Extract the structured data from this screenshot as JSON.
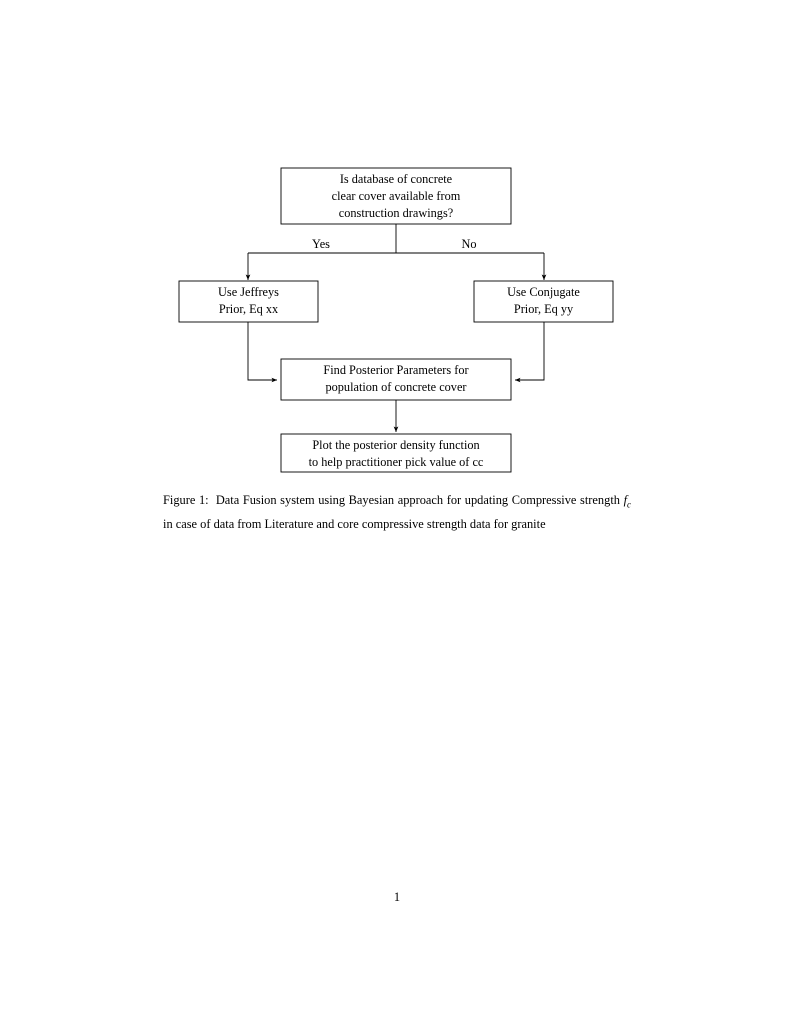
{
  "document": {
    "page_number": "1"
  },
  "figure": {
    "nodes": {
      "question": {
        "lines": [
          "Is database of concrete",
          "clear cover available from",
          "construction drawings?"
        ]
      },
      "jeffreys": {
        "lines": [
          "Use Jeffreys",
          "Prior, Eq xx"
        ]
      },
      "conjugate": {
        "lines": [
          "Use Conjugate",
          "Prior, Eq yy"
        ]
      },
      "posterior": {
        "lines": [
          "Find Posterior Parameters for",
          "population of concrete cover"
        ]
      },
      "plot": {
        "lines": [
          "Plot the posterior density function",
          "to help practitioner pick value of cc"
        ]
      }
    },
    "branch_labels": {
      "yes": "Yes",
      "no": "No"
    }
  },
  "caption": {
    "label": "Figure 1:",
    "text_before_math": "Data Fusion system using Bayesian approach for updating Compressive strength",
    "math_base": "f",
    "math_sub": "c",
    "text_after_math": "in case of data from Literature and core compressive strength data for granite"
  },
  "colors": {
    "page_background": "#ffffff",
    "ink": "#000000",
    "box_fill": "#ffffff"
  }
}
